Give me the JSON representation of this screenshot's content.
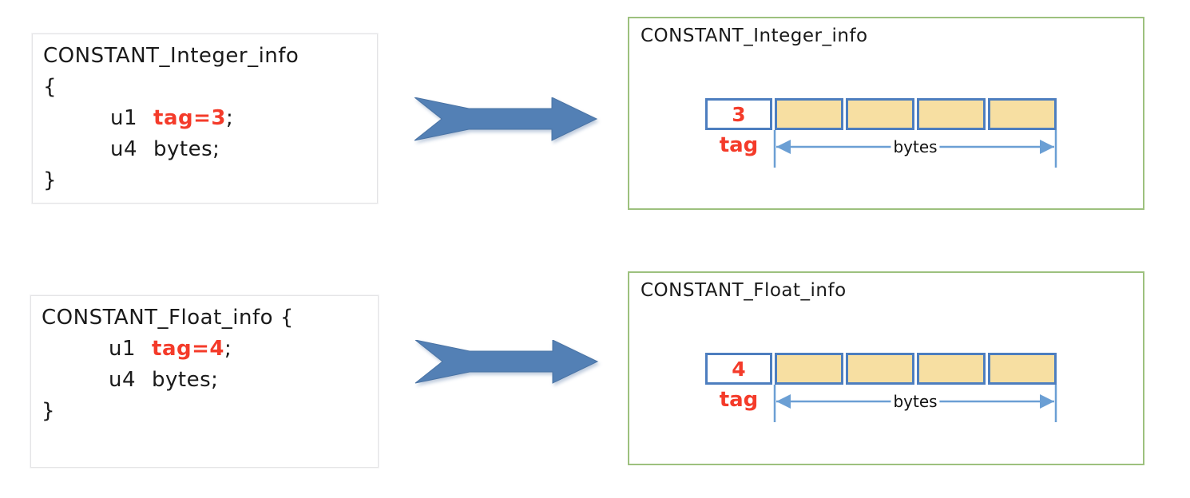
{
  "colors": {
    "red_accent": "#f43b2a",
    "cell_border_blue": "#4d7ebf",
    "byte_cell_fill": "#f7dfa2",
    "dimension_arrow_blue": "#6b9fd4",
    "struct_border_green": "#9dc17e",
    "block_arrow_blue": "#5380b5",
    "code_box_border": "#e4e4e6",
    "text": "#1a1a1a"
  },
  "rows": [
    {
      "code": {
        "title": "CONSTANT_Integer_info",
        "open_brace": "{",
        "field1_type": "u1",
        "field1_decl": "tag=3",
        "semicolon1": ";",
        "field2_type": "u4",
        "field2_name": "bytes",
        "semicolon2": ";",
        "close_brace": "}"
      },
      "diagram": {
        "title": "CONSTANT_Integer_info",
        "tag_value": "3",
        "tag_label": "tag",
        "bytes_label": "bytes",
        "byte_cell_count": 4
      }
    },
    {
      "code": {
        "title_with_brace": "CONSTANT_Float_info {",
        "field1_type": "u1",
        "field1_decl": "tag=4",
        "semicolon1": ";",
        "field2_type": "u4",
        "field2_name": "bytes",
        "semicolon2": ";",
        "close_brace": "}"
      },
      "diagram": {
        "title": "CONSTANT_Float_info",
        "tag_value": "4",
        "tag_label": "tag",
        "bytes_label": "bytes",
        "byte_cell_count": 4
      }
    }
  ]
}
